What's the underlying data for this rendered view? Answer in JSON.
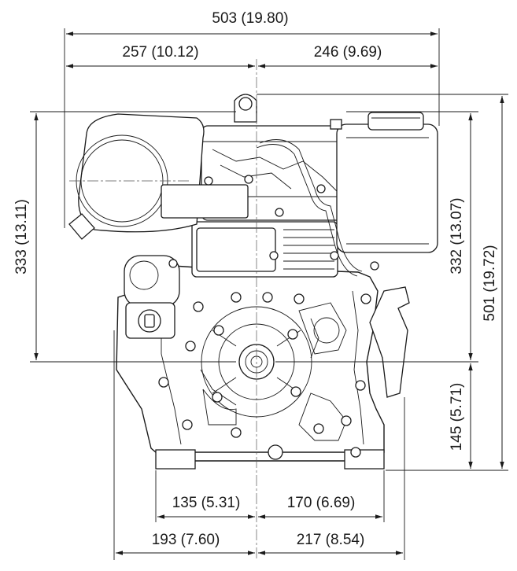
{
  "dimensions": {
    "overall_width": "503 (19.80)",
    "left_to_center": "257 (10.12)",
    "center_to_right": "246 (9.69)",
    "left_upper_height": "333 (13.11)",
    "right_upper_height": "332 (13.07)",
    "overall_height": "501 (19.72)",
    "lower_height": "145 (5.71)",
    "base_left": "135 (5.31)",
    "base_right": "170 (6.69)",
    "bottom_left": "193 (7.60)",
    "bottom_right": "217 (8.54)"
  }
}
